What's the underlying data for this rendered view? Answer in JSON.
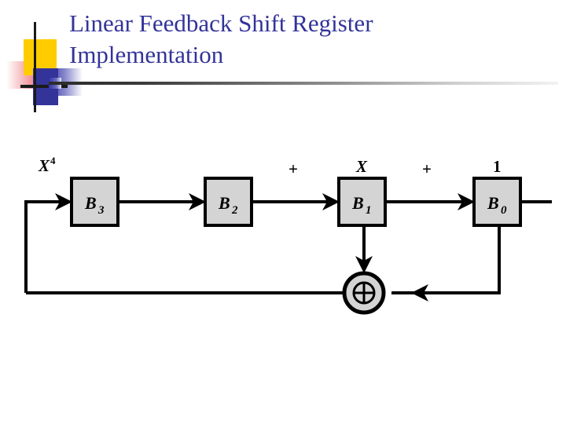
{
  "slide": {
    "title": "Linear Feedback Shift Register\nImplementation",
    "title_color": "#333399",
    "background_color": "#ffffff"
  },
  "decoration": {
    "name": "powerpoint-title-motif",
    "yellow_color": "#ffcc00",
    "red_color": "#e8505a",
    "blue_color": "#333399",
    "line_color": "#1a1a1a"
  },
  "diagram": {
    "type": "linear-feedback-shift-register",
    "box_fill": "#d4d4d4",
    "line_color": "#000000",
    "registers": [
      {
        "id": "B3",
        "base": "B",
        "sub": "3",
        "term": "X4",
        "term_base": "X",
        "term_sup": "4"
      },
      {
        "id": "B2",
        "base": "B",
        "sub": "2",
        "term": "+",
        "term_base": "+",
        "term_sup": ""
      },
      {
        "id": "B1",
        "base": "B",
        "sub": "1",
        "term": "X",
        "term_base": "X",
        "term_sup": ""
      },
      {
        "id": "B0",
        "base": "B",
        "sub": "0",
        "term": "1",
        "term_base": "1",
        "term_sup": ""
      }
    ],
    "operators": [
      {
        "id": "plus-1",
        "symbol": "+"
      },
      {
        "id": "plus-2",
        "symbol": "+"
      }
    ],
    "xor_gate": {
      "id": "xor",
      "symbol": "⊕"
    },
    "polynomial": "X4 + X + 1"
  }
}
